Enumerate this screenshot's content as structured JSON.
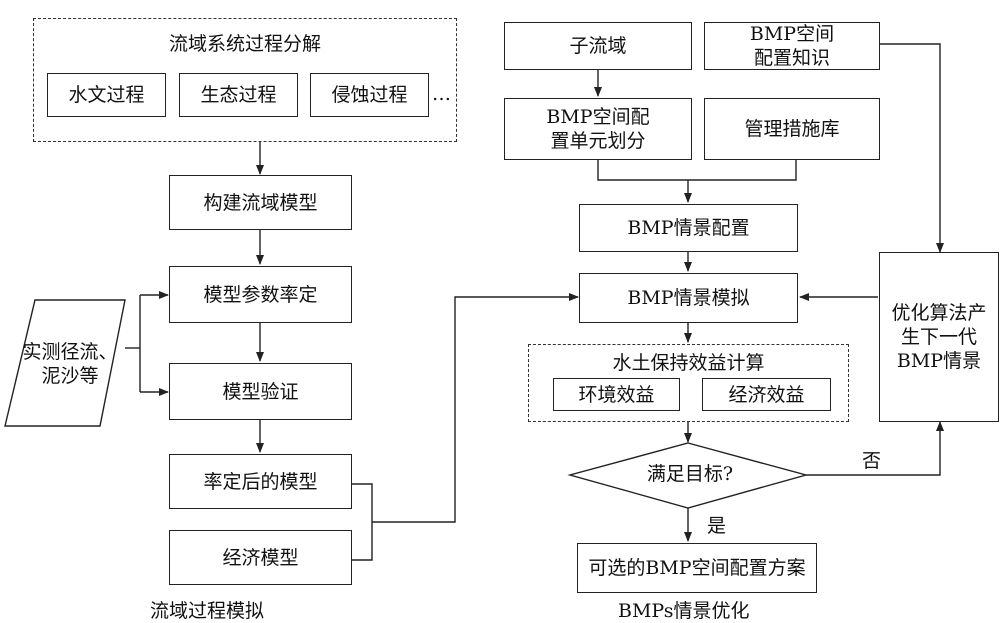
{
  "left": {
    "decomposition_title": "流域系统过程分解",
    "processes": [
      "水文过程",
      "生态过程",
      "侵蚀过程"
    ],
    "ellipsis": "…",
    "build_model": "构建流域模型",
    "calibrate": "模型参数率定",
    "validate": "模型验证",
    "calibrated_model": "率定后的模型",
    "economic_model": "经济模型",
    "observed_data": "实测径流、\n泥沙等",
    "caption": "流域过程模拟"
  },
  "right": {
    "subbasin": "子流域",
    "bmp_knowledge": "BMP空间\n配置知识",
    "bmp_unit": "BMP空间配\n置单元划分",
    "mgmt_db": "管理措施库",
    "scenario_config": "BMP情景配置",
    "scenario_sim": "BMP情景模拟",
    "benefit_title": "水土保持效益计算",
    "env_benefit": "环境效益",
    "eco_benefit": "经济效益",
    "decision": "满足目标?",
    "yes": "是",
    "no": "否",
    "result": "可选的BMP空间配置方案",
    "optimizer": "优化算法产\n生下一代\nBMP情景",
    "caption": "BMPs情景优化"
  }
}
